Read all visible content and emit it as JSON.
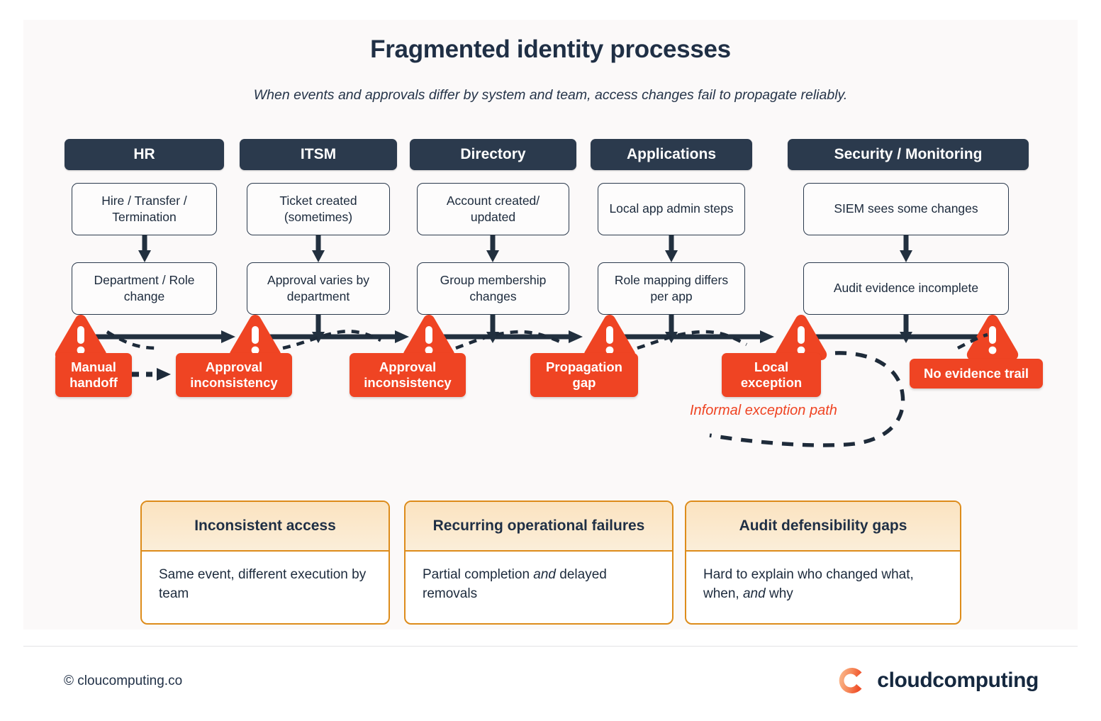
{
  "header": {
    "title": "Fragmented identity processes",
    "subtitle": "When events and approvals differ by system and team, access changes fail to propagate reliably."
  },
  "colors": {
    "panel_bg": "#fbf9f9",
    "header_navy": "#2b3a4d",
    "alert_red": "#ef4423",
    "card_border_orange": "#dd8c1b",
    "card_head_bg": "#fbe3c0",
    "text_dark": "#1c2a3c"
  },
  "columns": [
    {
      "header": "HR",
      "step1": "Hire / Transfer / Termination",
      "step2": "Department / Role change",
      "callout": "Manual handoff"
    },
    {
      "header": "ITSM",
      "step1": "Ticket created (sometimes)",
      "step2": "Approval varies by department",
      "callout": "Approval inconsistency"
    },
    {
      "header": "Directory",
      "step1": "Account created/ updated",
      "step2": "Group membership changes",
      "callout": "Approval inconsistency"
    },
    {
      "header": "Applications",
      "step1": "Local app admin steps",
      "step2": "Role mapping differs per app",
      "callout": "Propagation gap"
    },
    {
      "header": "Security / Monitoring",
      "step1": "SIEM sees some changes",
      "step2": "Audit evidence incomplete",
      "callout": "Local exception"
    }
  ],
  "extra_callouts": [
    {
      "label": "No evidence trail"
    }
  ],
  "annotations": {
    "informal_path": "Informal exception path"
  },
  "icons": {
    "warning": "warning-triangle-icon",
    "arrow": "arrow-right-icon",
    "logo": "cloudcomputing-c-logo"
  },
  "summary_cards": [
    {
      "title": "Inconsistent access",
      "body_pre": "Same event, different execution by team",
      "body_em": "",
      "body_post": ""
    },
    {
      "title": "Recurring operational failures",
      "body_pre": "Partial completion ",
      "body_em": "and",
      "body_post": " delayed removals"
    },
    {
      "title": "Audit defensibility gaps",
      "body_pre": "Hard to explain who changed what, when, ",
      "body_em": "and",
      "body_post": " why"
    }
  ],
  "footer": {
    "copyright": "© cloucomputing.co",
    "logo_text": "cloudcomputing"
  }
}
